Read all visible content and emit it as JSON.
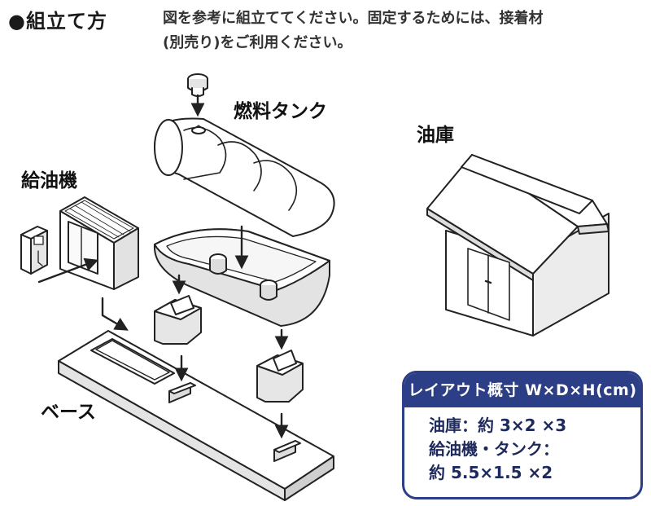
{
  "header": {
    "title": "●組立て方",
    "note_lines": [
      "図を参考に組立ててください。固定するためには、接着材",
      "(別売り)をご利用ください。"
    ]
  },
  "labels": {
    "fuel_tank": "燃料タンク",
    "warehouse": "油庫",
    "fuel_dispenser": "給油機",
    "base": "ベース"
  },
  "spec": {
    "heading": "レイアウト概寸 W×D×H(cm)",
    "lines": [
      "油庫：約 3×2 ×3",
      "給油機・タンク：",
      "約 5.5×1.5 ×2"
    ]
  },
  "colors": {
    "spec_accent": "#2c3e86",
    "part_fill": "#ffffff",
    "shade_fill": "#dcdcdc",
    "line": "#222222"
  }
}
